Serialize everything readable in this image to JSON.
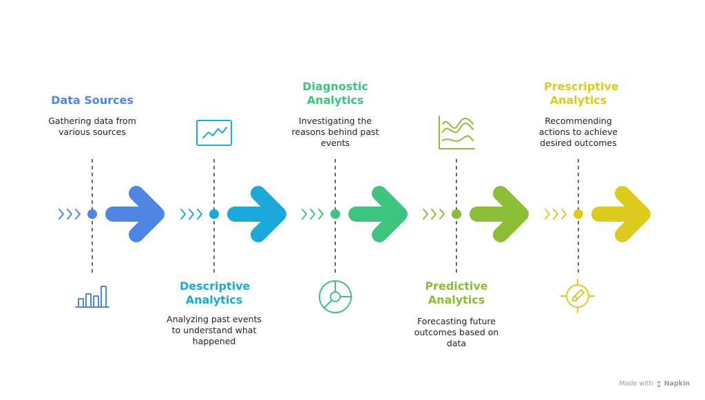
{
  "stages": [
    {
      "title": "Data Sources",
      "description": "Gathering data from various sources",
      "color": "#4F86E6",
      "icon": "bar-chart-icon",
      "text_position": "top"
    },
    {
      "title": "Descriptive Analytics",
      "description": "Analyzing past events to understand what happened",
      "color": "#1AA9D9",
      "icon": "line-chart-monitor-icon",
      "text_position": "bottom"
    },
    {
      "title": "Diagnostic Analytics",
      "description": "Investigating the reasons behind past events",
      "color": "#3EC47F",
      "icon": "pie-chart-icon",
      "text_position": "top"
    },
    {
      "title": "Predictive Analytics",
      "description": "Forecasting future outcomes based on data",
      "color": "#8BBE34",
      "icon": "wave-lines-chart-icon",
      "text_position": "bottom"
    },
    {
      "title": "Prescriptive Analytics",
      "description": "Recommending actions to achieve desired outcomes",
      "color": "#DCCB1C",
      "icon": "target-compass-icon",
      "text_position": "top"
    }
  ],
  "footer": {
    "made_with": "Made with",
    "brand": "Napkin"
  }
}
